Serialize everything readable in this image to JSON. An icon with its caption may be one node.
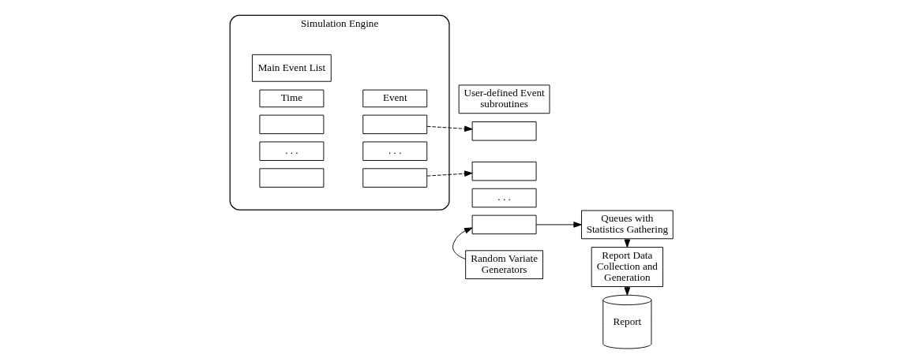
{
  "diagram": {
    "nodes": [
      {
        "text": [
          "Simulation Engine"
        ]
      },
      {
        "text": [
          "Main Event List"
        ],
        "in": 0
      },
      {
        "text": [
          "Time"
        ],
        "in": 0
      },
      {
        "text": [
          "Event"
        ],
        "in": 0
      },
      {
        "text": [],
        "shape": "box",
        "in": 0
      },
      {
        "text": [],
        "shape": "box",
        "in": 0
      },
      {
        "text": [
          ". . ."
        ],
        "in": 0
      },
      {
        "text": [
          ". . ."
        ],
        "in": 0
      },
      {
        "text": [],
        "shape": "box",
        "in": 0
      },
      {
        "text": [],
        "shape": "box",
        "in": 0
      },
      {
        "text": [
          "User-defined Event subroutines"
        ]
      },
      {
        "text": [],
        "shape": "box"
      },
      {
        "text": [],
        "shape": "box"
      },
      {
        "text": [
          ". . ."
        ]
      },
      {
        "text": [],
        "shape": "box"
      },
      {
        "text": [
          "Queues with Statistics Gathering"
        ]
      },
      {
        "text": [
          "Report Data Collection and Generation"
        ]
      },
      {
        "text": [
          "Report"
        ]
      },
      {
        "text": [
          "Random Variate Generators"
        ]
      }
    ],
    "edges": [
      {
        "from": 5,
        "to": 11,
        "arrow": "to",
        "style": "dashed"
      },
      {
        "from": 9,
        "to": 12,
        "arrow": "to",
        "style": "dashed"
      },
      {
        "from": 14,
        "to": 15,
        "arrow": "to"
      },
      {
        "from": 15,
        "to": 16,
        "arrow": "to"
      },
      {
        "from": 16,
        "to": 17,
        "arrow": "to"
      },
      {
        "from": 18,
        "to": 14,
        "arrow": "to"
      }
    ]
  }
}
